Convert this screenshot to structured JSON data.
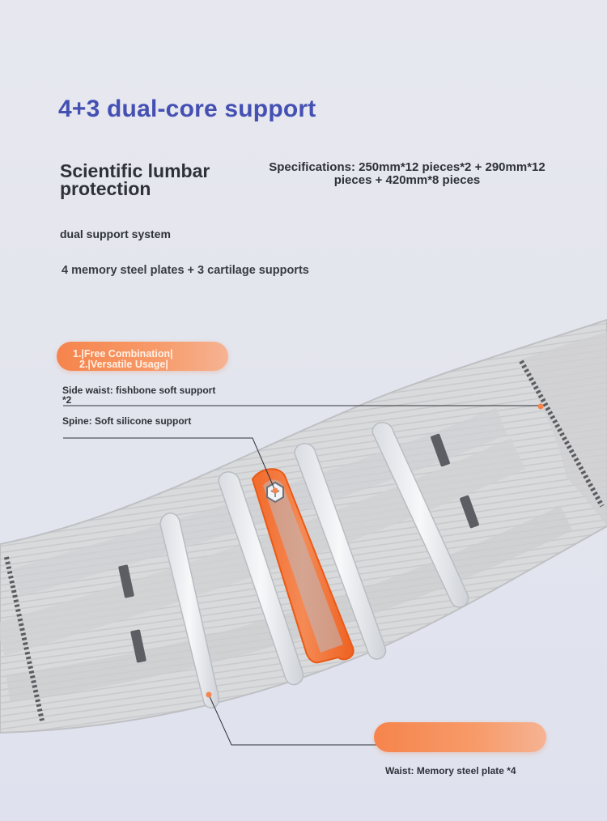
{
  "header": {
    "title": "4+3 dual-core support",
    "subtitle": "Scientific lumbar protection",
    "specifications": "Specifications: 250mm*12 pieces*2 + 290mm*12 pieces + 420mm*8 pieces"
  },
  "features": {
    "dual_support": "dual support system",
    "plates": "4 memory steel plates + 3 cartilage supports"
  },
  "badges": {
    "line1": "1.|Free Combination|",
    "line2": "2.|Versatile Usage|"
  },
  "callouts": {
    "side_waist": "Side waist: fishbone soft support *2",
    "spine": "Spine: Soft silicone support",
    "waist": "Waist: Memory steel plate *4"
  },
  "colors": {
    "title": "#4450b2",
    "accent_orange": "#f6844c",
    "belt_gray": "#d6d7d9",
    "plate_silver": "#eef0f3"
  },
  "icons": {
    "spine_logo": "hexagon-cube-icon"
  }
}
